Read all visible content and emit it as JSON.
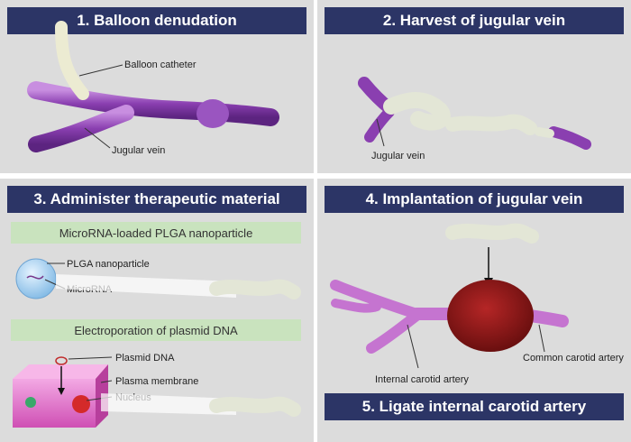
{
  "panels": [
    {
      "title": "1. Balloon denudation",
      "labels": {
        "balloon_catheter": "Balloon catheter",
        "jugular_vein": "Jugular vein"
      }
    },
    {
      "title": "2. Harvest of jugular vein",
      "labels": {
        "jugular_vein": "Jugular vein"
      }
    },
    {
      "title": "3. Administer therapeutic material",
      "subboxes": [
        "MicroRNA-loaded PLGA nanoparticle",
        "Electroporation of plasmid DNA"
      ],
      "labels": {
        "plga_nanoparticle": "PLGA nanoparticle",
        "microrna": "MicroRNA",
        "plasmid_dna": "Plasmid DNA",
        "plasma_membrane": "Plasma membrane",
        "nucleus": "Nucleus"
      }
    },
    {
      "title": "4. Implantation of jugular vein",
      "labels": {
        "internal_carotid": "Internal carotid artery",
        "common_carotid": "Common carotid artery"
      }
    },
    {
      "title": "5. Ligate internal carotid artery"
    }
  ],
  "colors": {
    "header_bg": "#2c3566",
    "panel_bg": "#dcdcdc",
    "vessel": "#8a3fb0",
    "subbox": "#c9e3be",
    "graft": "#8b1a1a"
  }
}
